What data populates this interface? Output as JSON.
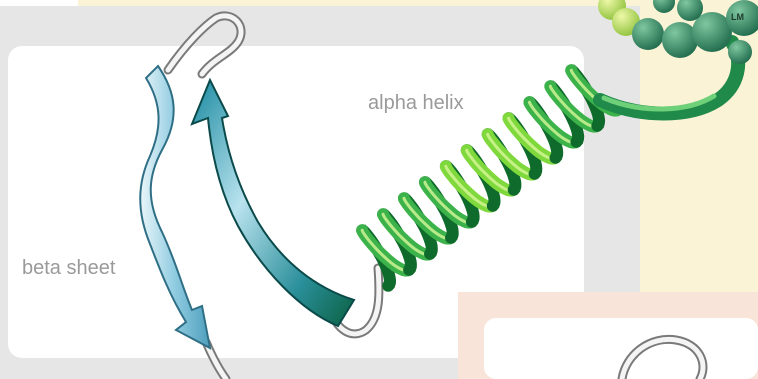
{
  "labels": {
    "alpha_helix": "alpha helix",
    "beta_sheet": "beta sheet",
    "bead_text": "LM"
  },
  "colors": {
    "yellow_panel": "#fbf3d6",
    "gray_panel": "#e6e6e6",
    "white_card": "#ffffff",
    "salmon_panel": "#f8e4d8",
    "helix_light": "#c8f060",
    "helix_mid": "#3cb34a",
    "helix_dark": "#0f6b2b",
    "beta_light": "#d6eef6",
    "beta_mid": "#7ec3dc",
    "beta_dark": "#0b5e6e",
    "coil": "#8a8a8a",
    "bead_light": "#c4e26c",
    "bead_dark": "#1f6b4c",
    "label_text": "#9a9a9a"
  }
}
